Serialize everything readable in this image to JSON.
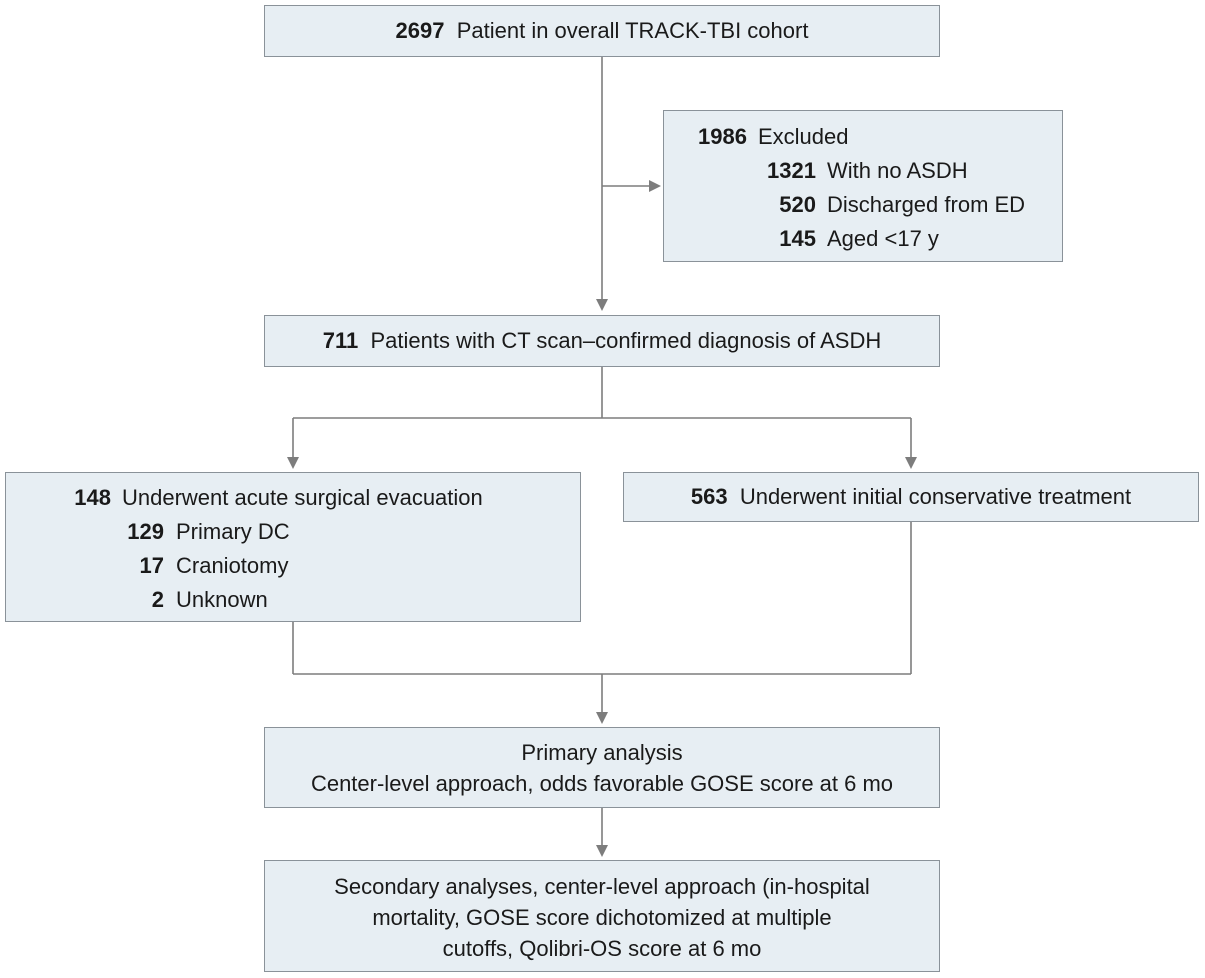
{
  "cohort": {
    "count": "2697",
    "label": "Patient in overall TRACK-TBI cohort"
  },
  "excluded": {
    "count": "1986",
    "label": "Excluded",
    "items": [
      {
        "count": "1321",
        "label": "With no ASDH"
      },
      {
        "count": "520",
        "label": "Discharged from ED"
      },
      {
        "count": "145",
        "label": "Aged <17 y"
      }
    ]
  },
  "confirmed": {
    "count": "711",
    "label": "Patients with CT scan–confirmed diagnosis of ASDH"
  },
  "surgical": {
    "count": "148",
    "label": "Underwent acute surgical evacuation",
    "items": [
      {
        "count": "129",
        "label": "Primary DC"
      },
      {
        "count": "17",
        "label": "Craniotomy"
      },
      {
        "count": "2",
        "label": "Unknown"
      }
    ]
  },
  "conservative": {
    "count": "563",
    "label": "Underwent initial conservative treatment"
  },
  "primary": {
    "line1": "Primary analysis",
    "line2": "Center-level approach, odds favorable GOSE score at 6 mo"
  },
  "secondary": {
    "line1": "Secondary analyses, center-level approach (in-hospital",
    "line2": "mortality, GOSE score dichotomized at multiple",
    "line3": "cutoffs, Qolibri-OS score at 6 mo"
  }
}
